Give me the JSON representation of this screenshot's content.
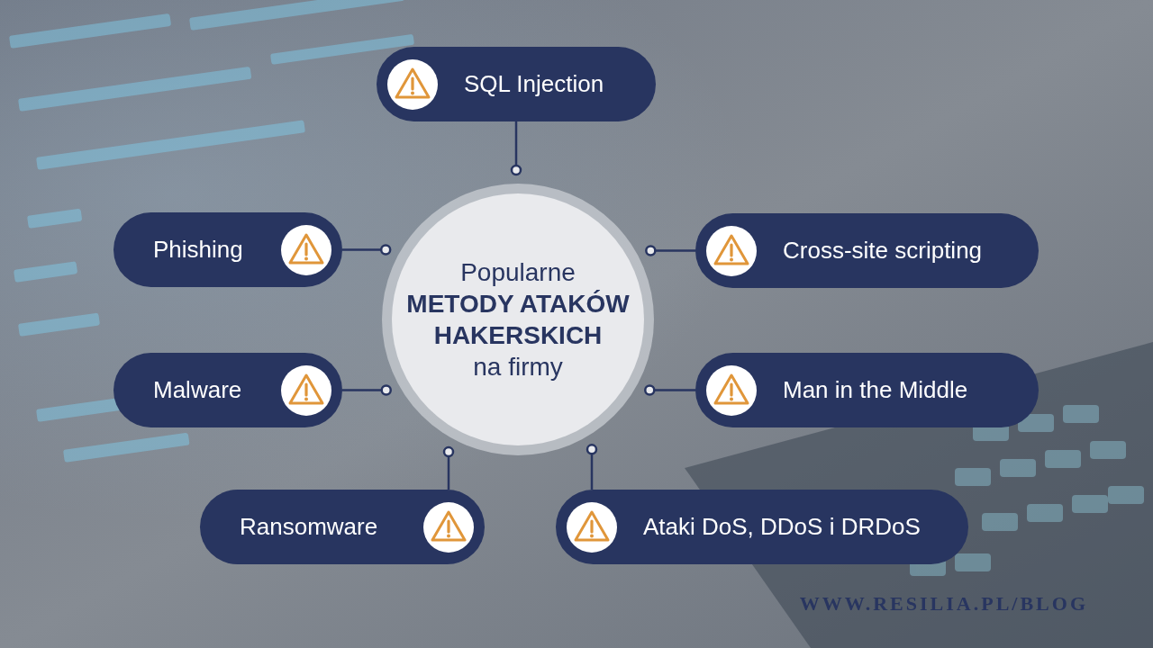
{
  "diagram": {
    "nodes": [
      {
        "text": [
          "Popularne",
          "METODY ATAKÓW HAKERSKICH",
          "na firmy"
        ]
      },
      {
        "text": [
          "SQL Injection"
        ]
      },
      {
        "text": [
          "Phishing"
        ]
      },
      {
        "text": [
          "Cross-site scripting"
        ]
      },
      {
        "text": [
          "Malware"
        ]
      },
      {
        "text": [
          "Man in the Middle"
        ]
      },
      {
        "text": [
          "Ransomware"
        ]
      },
      {
        "text": [
          "Ataki DoS, DDoS i DRDoS"
        ]
      }
    ],
    "edges": [
      {
        "from": 1,
        "to": 0,
        "arrow": "none"
      },
      {
        "from": 2,
        "to": 0,
        "arrow": "none"
      },
      {
        "from": 3,
        "to": 0,
        "arrow": "none"
      },
      {
        "from": 4,
        "to": 0,
        "arrow": "none"
      },
      {
        "from": 5,
        "to": 0,
        "arrow": "none"
      },
      {
        "from": 6,
        "to": 0,
        "arrow": "none"
      },
      {
        "from": 7,
        "to": 0,
        "arrow": "none"
      }
    ],
    "labels": [
      "WWW.RESILIA.PL/BLOG"
    ]
  }
}
